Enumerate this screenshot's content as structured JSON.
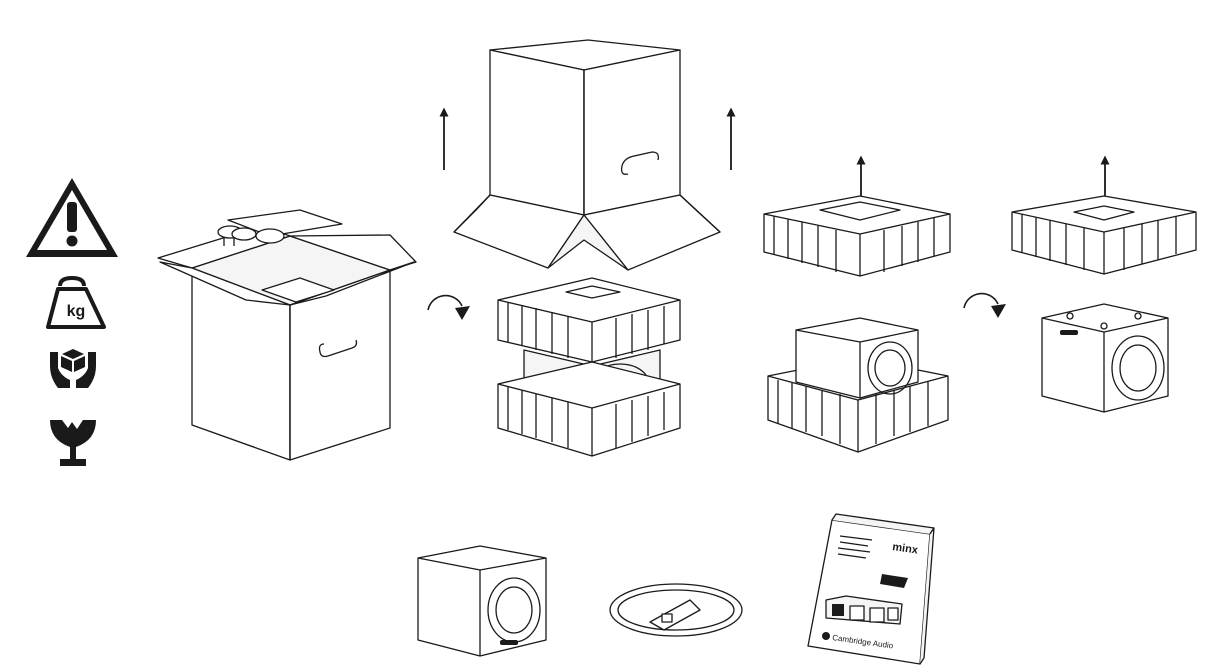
{
  "colors": {
    "line": "#1a1a1a",
    "fill": "#ffffff",
    "icon": "#1a1a1a"
  },
  "icons": [
    {
      "name": "warning-triangle-icon"
    },
    {
      "name": "heavy-weight-icon",
      "label": "kg"
    },
    {
      "name": "handle-with-care-icon"
    },
    {
      "name": "fragile-glass-icon"
    }
  ],
  "manual": {
    "brand": "minx",
    "logo_text": "Cambridge Audio"
  }
}
